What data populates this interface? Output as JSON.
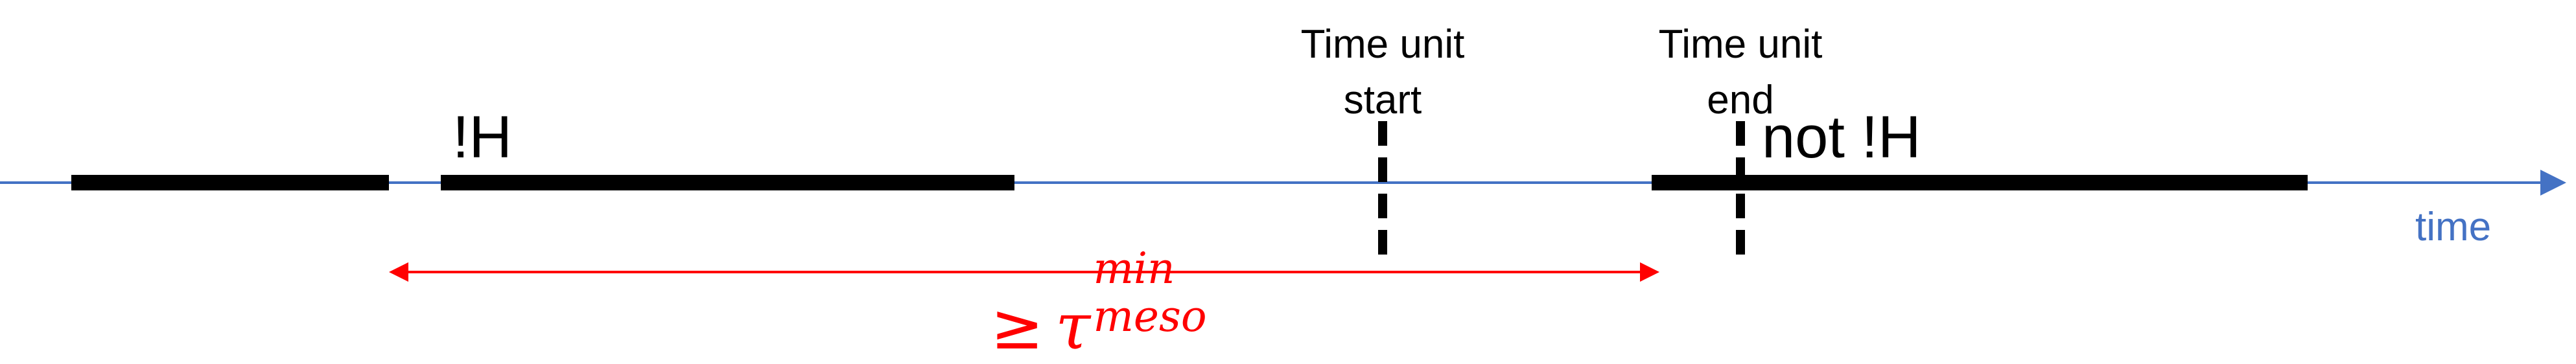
{
  "diagram": {
    "axis_label": "time",
    "marker_start_label_line1": "Time unit",
    "marker_start_label_line2": "start",
    "marker_end_label_line1": "Time unit",
    "marker_end_label_line2": "end",
    "segment_label_h": "!H",
    "segment_label_not_h": "not !H",
    "interval_geq": "≥",
    "interval_symbol": "τ",
    "interval_sup": "min",
    "interval_sub": "meso"
  },
  "colors": {
    "axis": "#4472C4",
    "axis_label": "#4472C4",
    "segments": "#000000",
    "markers": "#000000",
    "interval": "#FF0000",
    "text": "#000000"
  }
}
